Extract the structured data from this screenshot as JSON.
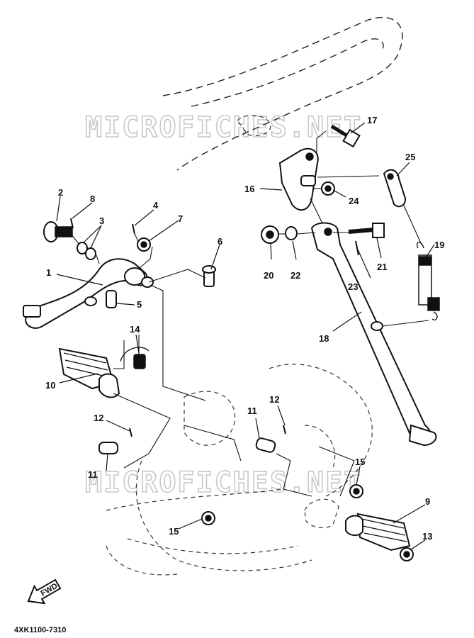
{
  "watermark": "MICROFICHES.NET",
  "drawing_code": "4XK1100-7310",
  "fwd_label": "FWD",
  "callouts": {
    "c1": "1",
    "c2": "2",
    "c3": "3",
    "c4": "4",
    "c5": "5",
    "c6": "6",
    "c7": "7",
    "c8": "8",
    "c9": "9",
    "c10": "10",
    "c11a": "11",
    "c11b": "11",
    "c12a": "12",
    "c12b": "12",
    "c13": "13",
    "c14": "14",
    "c15a": "15",
    "c15b": "15",
    "c16": "16",
    "c17": "17",
    "c18": "18",
    "c19": "19",
    "c20": "20",
    "c21": "21",
    "c22": "22",
    "c23": "23",
    "c24": "24",
    "c25": "25"
  }
}
